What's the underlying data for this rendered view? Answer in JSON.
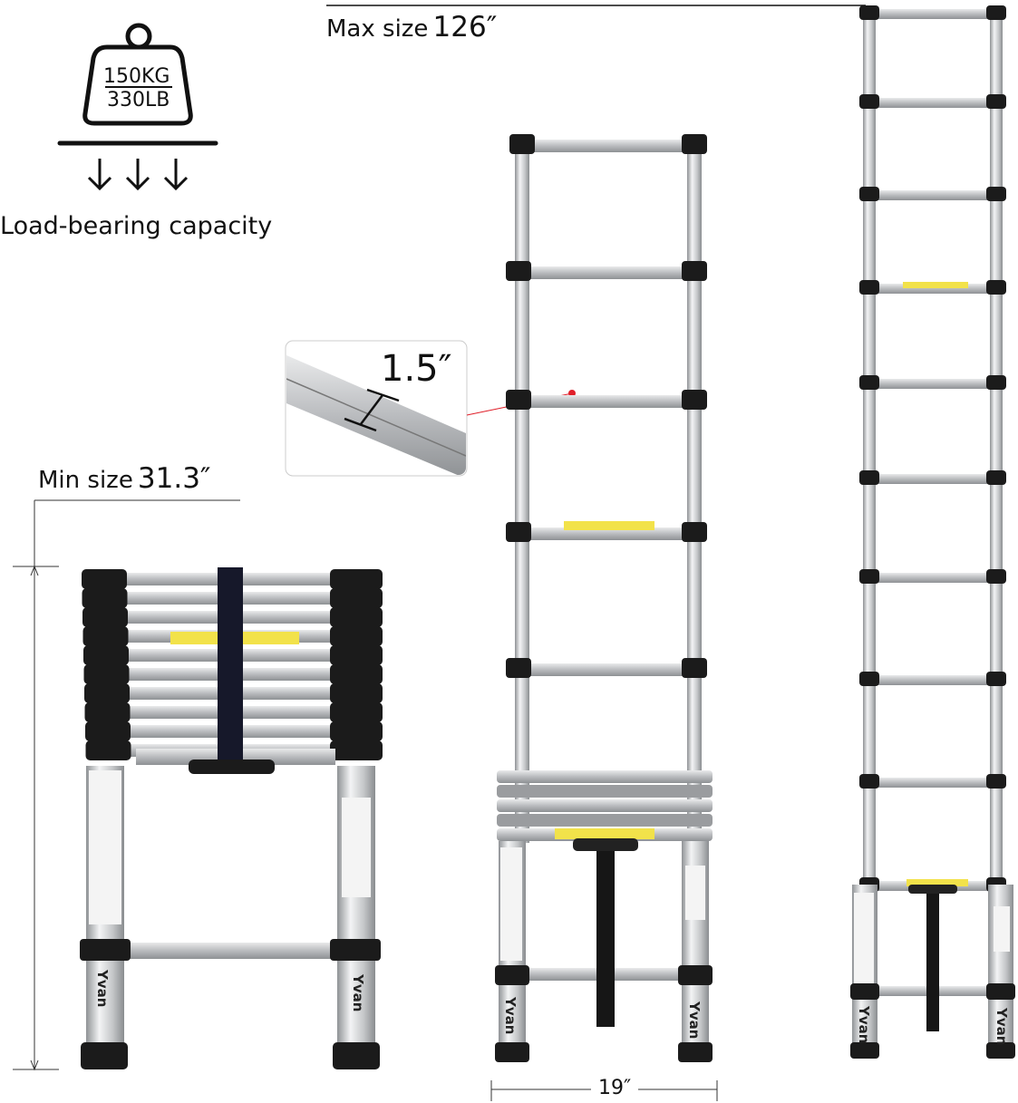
{
  "load": {
    "kg": "150KG",
    "lb": "330LB",
    "caption": "Load-bearing capacity"
  },
  "max_size": {
    "label": "Max size",
    "value": "126″"
  },
  "min_size": {
    "label": "Min size",
    "value": "31.3″"
  },
  "rung_width": "1.5″",
  "ladder_width": "19″",
  "brand": "Yvan",
  "colors": {
    "aluminum": "#c9cbcd",
    "cap": "#1b1b1b",
    "label": "#f2e24a",
    "pointer": "#e0202a"
  }
}
